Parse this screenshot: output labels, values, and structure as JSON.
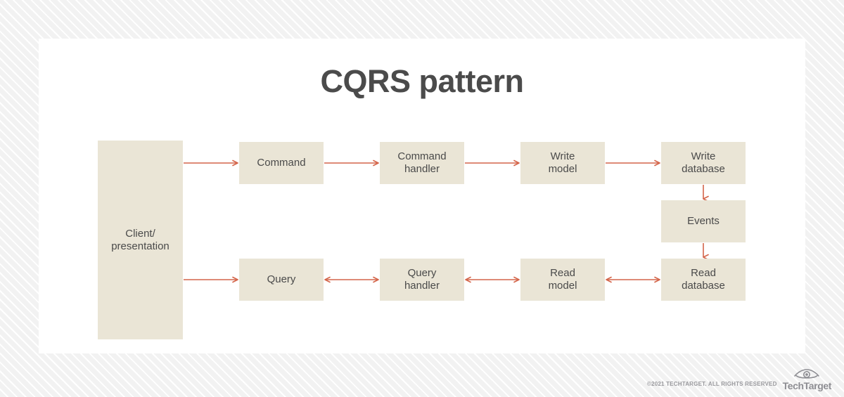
{
  "page": {
    "title": "CQRS pattern",
    "card_background": "#ffffff",
    "background_pattern": "diagonal-stripes"
  },
  "diagram": {
    "type": "flowchart",
    "node_fill": "#eae5d6",
    "node_text_color": "#4a4a4a",
    "arrow_color": "#d4654a",
    "nodes": [
      {
        "id": "client",
        "label": "Client/\npresentation",
        "column": 0,
        "row": "both"
      },
      {
        "id": "command",
        "label": "Command",
        "column": 1,
        "row": "top"
      },
      {
        "id": "command_handler",
        "label": "Command\nhandler",
        "column": 2,
        "row": "top"
      },
      {
        "id": "write_model",
        "label": "Write\nmodel",
        "column": 3,
        "row": "top"
      },
      {
        "id": "write_database",
        "label": "Write\ndatabase",
        "column": 4,
        "row": "top"
      },
      {
        "id": "events",
        "label": "Events",
        "column": 4,
        "row": "middle"
      },
      {
        "id": "query",
        "label": "Query",
        "column": 1,
        "row": "bottom"
      },
      {
        "id": "query_handler",
        "label": "Query\nhandler",
        "column": 2,
        "row": "bottom"
      },
      {
        "id": "read_model",
        "label": "Read\nmodel",
        "column": 3,
        "row": "bottom"
      },
      {
        "id": "read_database",
        "label": "Read\ndatabase",
        "column": 4,
        "row": "bottom"
      }
    ],
    "edges": [
      {
        "from": "client",
        "to": "command",
        "direction": "one-way"
      },
      {
        "from": "command",
        "to": "command_handler",
        "direction": "one-way"
      },
      {
        "from": "command_handler",
        "to": "write_model",
        "direction": "one-way"
      },
      {
        "from": "write_model",
        "to": "write_database",
        "direction": "one-way"
      },
      {
        "from": "write_database",
        "to": "events",
        "direction": "one-way"
      },
      {
        "from": "events",
        "to": "read_database",
        "direction": "one-way"
      },
      {
        "from": "client",
        "to": "query",
        "direction": "one-way"
      },
      {
        "from": "query",
        "to": "query_handler",
        "direction": "two-way"
      },
      {
        "from": "query_handler",
        "to": "read_model",
        "direction": "two-way"
      },
      {
        "from": "read_model",
        "to": "read_database",
        "direction": "two-way"
      }
    ]
  },
  "footer": {
    "copyright": "©2021 TECHTARGET. ALL RIGHTS RESERVED",
    "brand": "TechTarget",
    "brand_icon": "eye-icon"
  }
}
